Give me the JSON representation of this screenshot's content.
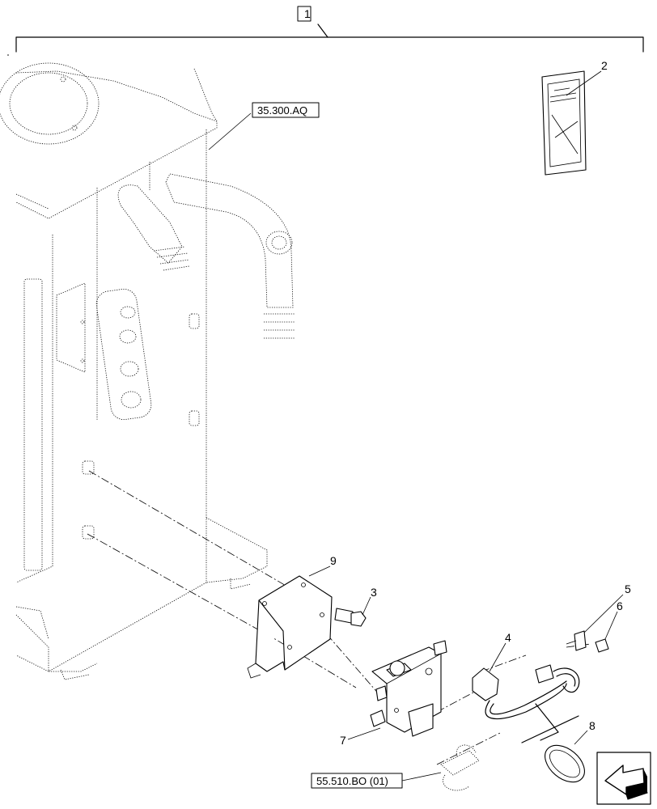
{
  "callouts": [
    {
      "id": "c1",
      "text": "1"
    },
    {
      "id": "c2",
      "text": "2"
    },
    {
      "id": "c3",
      "text": "3"
    },
    {
      "id": "c4",
      "text": "4"
    },
    {
      "id": "c5",
      "text": "5"
    },
    {
      "id": "c6",
      "text": "6"
    },
    {
      "id": "c7",
      "text": "7"
    },
    {
      "id": "c8",
      "text": "8"
    },
    {
      "id": "c9",
      "text": "9"
    }
  ],
  "references": {
    "top": "35.300.AQ",
    "bottom": "55.510.BO (01)"
  },
  "nav_icon": "arrow-down-left-icon"
}
